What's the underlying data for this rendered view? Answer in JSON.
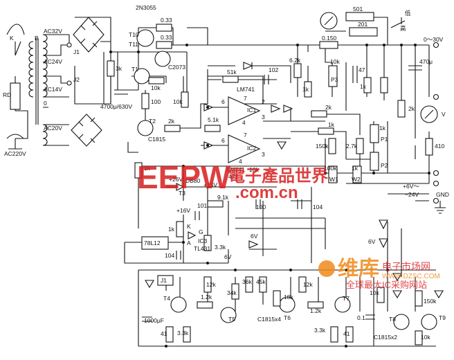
{
  "labels": {
    "k": "K",
    "b": "B",
    "rd": "RD",
    "ac220v": "AC220V",
    "ac32v": "AC32V",
    "ac24v": "AC24V",
    "ac14v": "AC14V",
    "zero": "0",
    "j1": "J1",
    "j2": "J2",
    "ac20v": "AC20V",
    "q2n3055": "2N3055",
    "t10": "T10",
    "t11": "T11",
    "r033a": "0.33",
    "r033b": "0.33",
    "c2073": "C2073",
    "t1": "T1",
    "r10k_t1": "10k",
    "r3k": "3k",
    "cap4700": "4700μ/630V",
    "r100": "100",
    "r10k_mid": "10k",
    "t2": "T2",
    "c1815": "C1815",
    "r2k_t2": "2k",
    "r51k": "51k",
    "c102": "102",
    "lm741_top": "LM741",
    "ic1": "IC1",
    "pin6a": "6",
    "pin7a": "7",
    "pin2a": "2",
    "pin3a": "3",
    "pin4a": "4",
    "r51_1k": "5.1k",
    "ic2": "IC2",
    "pin6b": "6",
    "pin7b": "7",
    "pin3b": "3",
    "pin4b": "4",
    "r62k": "6.2k",
    "r1k_top": "1k",
    "r0150": "0.150",
    "p501": "501",
    "p201": "201",
    "sw_low": "低",
    "sw_high": "高",
    "out_v": "0～30V",
    "r10k_p3": "10k",
    "p3": "P3",
    "c47": "47",
    "r1k_p3": "1k",
    "c470": "470μ",
    "r2k_right": "2k",
    "meter_v": "V",
    "r410": "410",
    "r2k_ic2": "2k",
    "r1k_a": "1k",
    "r150k": "150k",
    "r27k": "2.7k",
    "p1": "P1",
    "r1k_b": "1k",
    "p2": "P2",
    "r100k": "100k",
    "r1k_w": "1k",
    "w1": "W1",
    "w2": "W2",
    "pm6v": "+6V～",
    "m24v": "−24V",
    "gnd": "GND",
    "r1k_left": "1k",
    "p26v": "+26V",
    "db80": "DB80",
    "p15v": "+15V",
    "t3": "T3",
    "lm741_bot": "LM741",
    "r10k_bot": "10k",
    "c472": "472",
    "r91k": "9.1k",
    "c100": "100",
    "c104a": "104",
    "p16v": "+16V",
    "c101": "101",
    "r1k_ic3": "1k",
    "pin_k": "K",
    "pin_g": "G",
    "pin_a": "A",
    "ic3": "IC3",
    "tl431": "TL431",
    "r33k_ic3": "3.3k",
    "u78l12": "78L12",
    "c104b": "104",
    "v6a": "6V",
    "v6b": "6V",
    "v6c": "6V",
    "j1b": "J1",
    "t4": "T4",
    "r12k_a": "1.2k",
    "r12k_b": "12k",
    "r34k": "34k",
    "r36k": "36k",
    "r45k": "45k",
    "t5": "T5",
    "r12k_c": "12k",
    "r18k": "18k",
    "r12k_d": "1.2k",
    "t6": "T6",
    "t7": "T7",
    "c1815x4": "C1815x4",
    "c1000": "1000μF",
    "r41a": "41",
    "r33k_a": "3.3k",
    "r33k_b": "3.3k",
    "r41b": "41",
    "c01": "0.1",
    "r10k_t8": "10k",
    "r150k_t9": "150k",
    "t8": "T8",
    "t9": "T9",
    "r10k_t9": "10k",
    "c1815x2": "C1815x2"
  },
  "watermark": {
    "eepw": "EEPW",
    "cn_brand": "電子產品世界",
    "url": ".com.cn",
    "weiku": "维库",
    "weiku_sub": "电子市场网",
    "weiku_url": "WWW.DZSC.COM",
    "weiku_slogan": "全球最大IC采购网站"
  }
}
